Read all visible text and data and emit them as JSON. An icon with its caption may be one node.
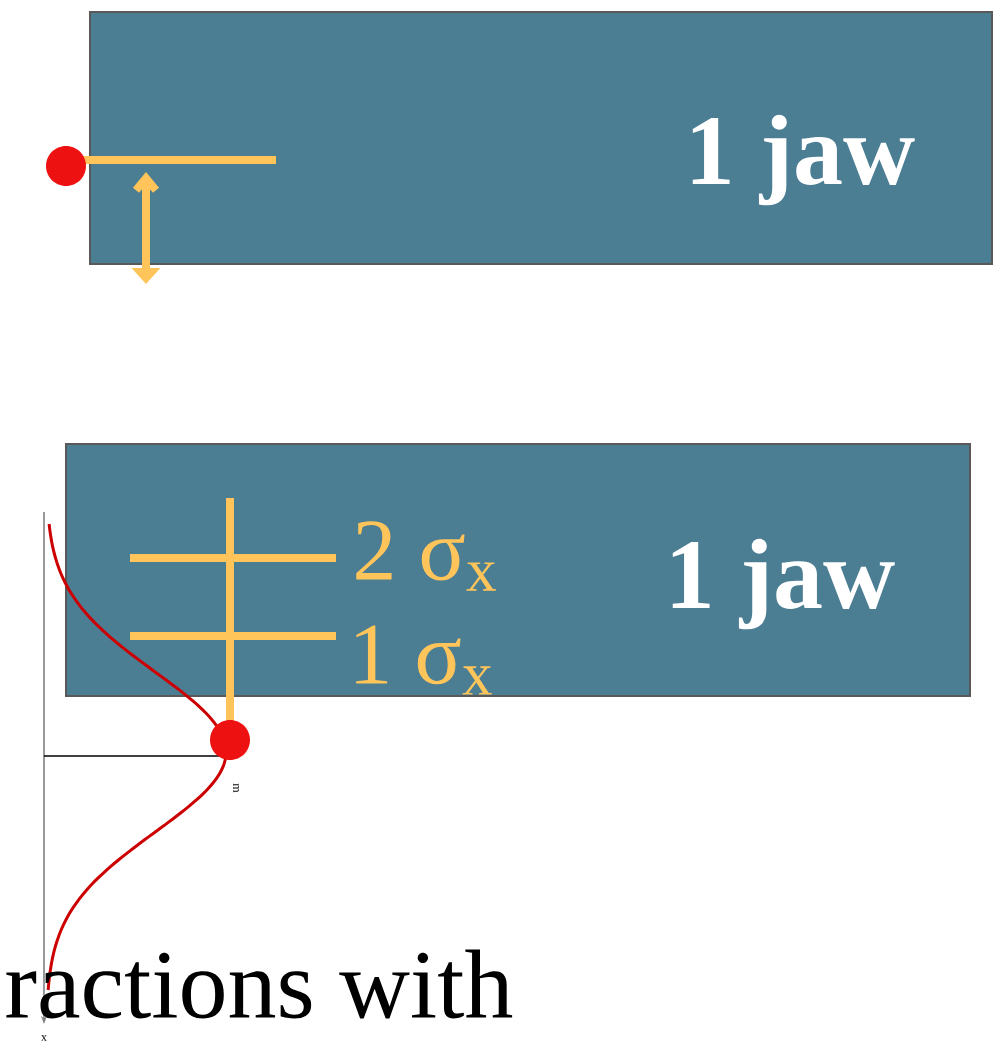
{
  "diagram": {
    "nodes": [
      {
        "text": [
          "1 jaw"
        ]
      },
      {
        "text": [
          "1 jaw"
        ]
      }
    ],
    "labels": [
      "2 σ$_{x}$",
      "1 σ$_{x}$",
      "m",
      "x",
      "ractions with"
    ]
  }
}
